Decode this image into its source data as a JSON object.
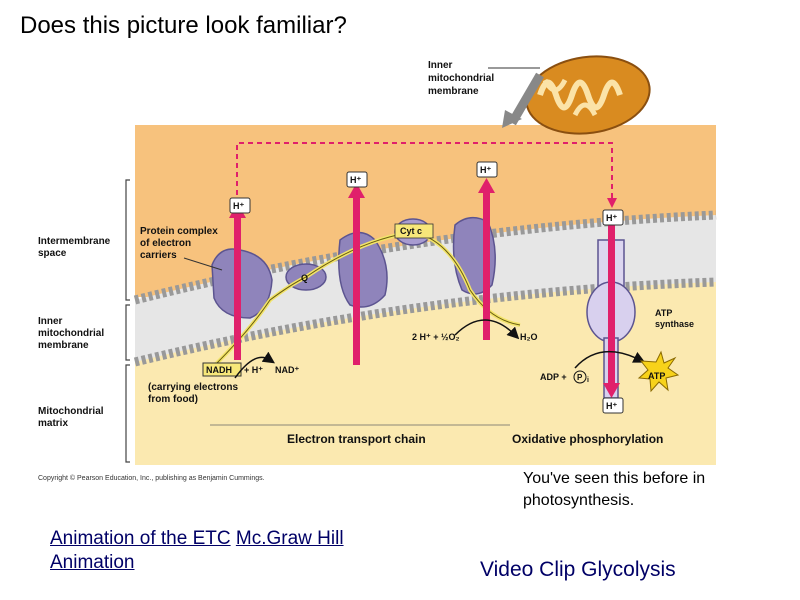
{
  "slide": {
    "title": "Does this picture look familiar?",
    "caption": "You've seen this before in photosynthesis.",
    "link_etc": "Animation of the ETC",
    "link_mcgraw": "Mc.Graw Hill Animation",
    "video_clip": "Video Clip Glycolysis"
  },
  "diagram": {
    "callout_inner_membrane": [
      "Inner",
      "mitochondrial",
      "membrane"
    ],
    "side_intermembrane": [
      "Intermembrane",
      "space"
    ],
    "side_inner_membrane": [
      "Inner",
      "mitochondrial",
      "membrane"
    ],
    "side_matrix": [
      "Mitochondrial",
      "matrix"
    ],
    "protein_complex": [
      "Protein complex",
      "of electron",
      "carriers"
    ],
    "cyt_c": "Cyt c",
    "q": "Q",
    "h_plus": "H⁺",
    "nadh": "NADH",
    "plus_h": "+ H⁺",
    "nad_plus": "NAD⁺",
    "carrying": [
      "(carrying electrons",
      "from food)"
    ],
    "water_reaction_left": "2 H⁺ + ½O₂",
    "water_product": "H₂O",
    "atp_synthase": [
      "ATP",
      "synthase"
    ],
    "adp": "ADP +",
    "pi": "P",
    "pi_sub": "i",
    "atp": "ATP",
    "etc_label": "Electron transport chain",
    "oxphos_label": "Oxidative phosphorylation",
    "copyright": "Copyright © Pearson Education, Inc., publishing as Benjamin Cummings."
  },
  "colors": {
    "intermembrane": "#f7c27d",
    "matrix": "#fbe9b0",
    "protein": "#8f84bb",
    "proton_arrow": "#e0206b",
    "mitochondrion": "#d98b20"
  }
}
